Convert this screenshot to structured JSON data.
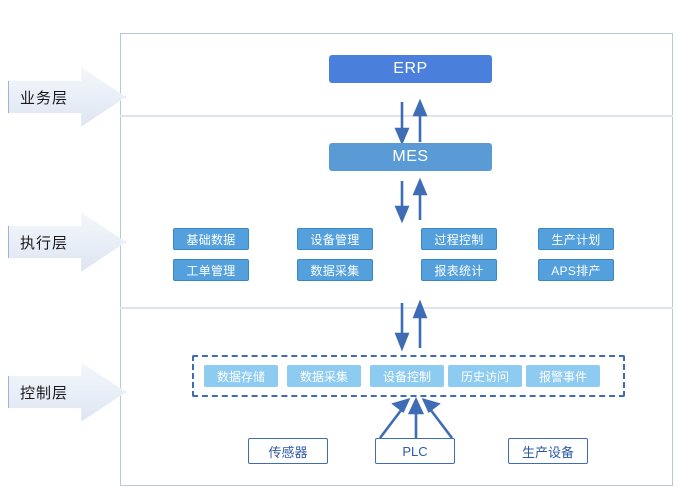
{
  "diagram": {
    "title_partial": "",
    "layers": [
      {
        "id": "business",
        "label": "业务层"
      },
      {
        "id": "execution",
        "label": "执行层"
      },
      {
        "id": "control",
        "label": "控制层"
      }
    ],
    "business_layer": {
      "systems": [
        {
          "name": "erp",
          "label": "ERP",
          "color": "#4a7fdc"
        }
      ]
    },
    "execution_layer": {
      "systems": [
        {
          "name": "mes",
          "label": "MES",
          "color": "#5b9bd5"
        }
      ],
      "modules_row1": [
        {
          "label": "基础数据"
        },
        {
          "label": "设备管理"
        },
        {
          "label": "过程控制"
        },
        {
          "label": "生产计划"
        }
      ],
      "modules_row2": [
        {
          "label": "工单管理"
        },
        {
          "label": "数据采集"
        },
        {
          "label": "报表统计"
        },
        {
          "label": "APS排产"
        }
      ],
      "module_color": "#53a0dd"
    },
    "control_layer": {
      "group_border_color": "#3e6db5",
      "chip_color": "#8ecbf0",
      "modules": [
        {
          "label": "数据存储"
        },
        {
          "label": "数据采集"
        },
        {
          "label": "设备控制"
        },
        {
          "label": "历史访问"
        },
        {
          "label": "报警事件"
        }
      ],
      "devices": [
        {
          "label": "传感器"
        },
        {
          "label": "PLC"
        },
        {
          "label": "生产设备"
        }
      ]
    },
    "connectors": [
      {
        "name": "erp-mes-bidirectional",
        "type": "double-arrow-vertical"
      },
      {
        "name": "mes-modules-bidirectional",
        "type": "double-arrow-vertical"
      },
      {
        "name": "execution-control-bidirectional",
        "type": "double-arrow-vertical"
      },
      {
        "name": "devices-to-control-converging",
        "type": "three-arrows-up"
      }
    ],
    "colors": {
      "container_border": "#b9c7dd",
      "divider": "#dfe5ef",
      "arrow_stroke": "#3e6db5",
      "tag_fill": "#e8eef7",
      "tag_border": "#9fb4d0"
    }
  }
}
